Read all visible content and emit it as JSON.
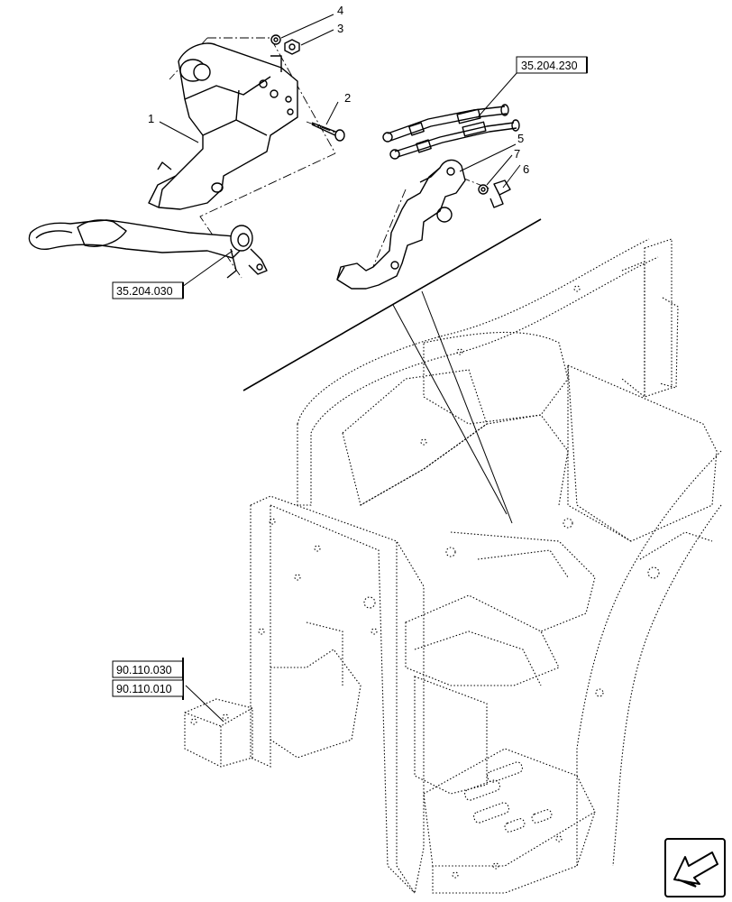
{
  "callouts": [
    {
      "id": "1",
      "label": "1"
    },
    {
      "id": "2",
      "label": "2"
    },
    {
      "id": "3",
      "label": "3"
    },
    {
      "id": "4",
      "label": "4"
    },
    {
      "id": "5",
      "label": "5"
    },
    {
      "id": "6",
      "label": "6"
    },
    {
      "id": "7",
      "label": "7"
    }
  ],
  "references": {
    "shift_linkage": "35.204.230",
    "lever": "35.204.030",
    "frame_a": "90.110.030",
    "frame_b": "90.110.010"
  },
  "nav_icon": "arrow-down-left-icon"
}
